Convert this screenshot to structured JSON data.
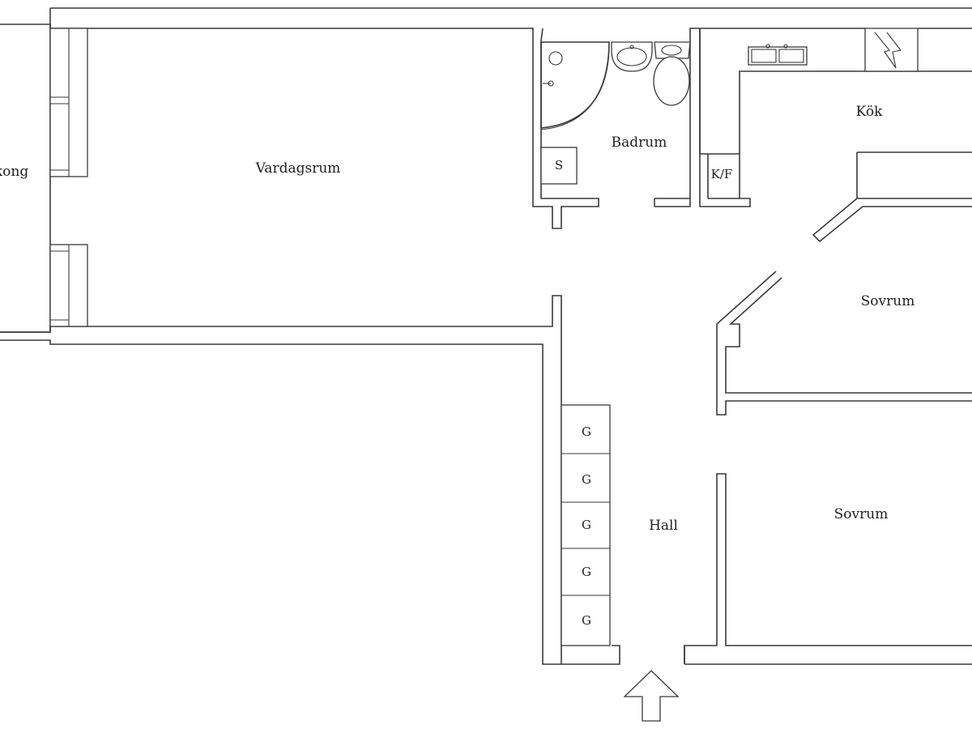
{
  "rooms": {
    "balcony": "Balkong",
    "living_room": "Vardagsrum",
    "bathroom": "Badrum",
    "kitchen": "Kök",
    "bedroom_1": "Sovrum",
    "bedroom_2": "Sovrum",
    "hall": "Hall"
  },
  "fixtures": {
    "shower": "S",
    "fridge_freezer": "K/F",
    "wardrobes": [
      "G",
      "G",
      "G",
      "G",
      "G"
    ]
  },
  "icons": {
    "entrance": "entrance-arrow-icon",
    "stove": "stove-icon",
    "sink": "kitchen-sink-icon",
    "toilet": "toilet-icon",
    "washbasin": "washbasin-icon"
  },
  "colors": {
    "line": "#3a3a3a",
    "background": "#ffffff",
    "text": "#222222"
  }
}
